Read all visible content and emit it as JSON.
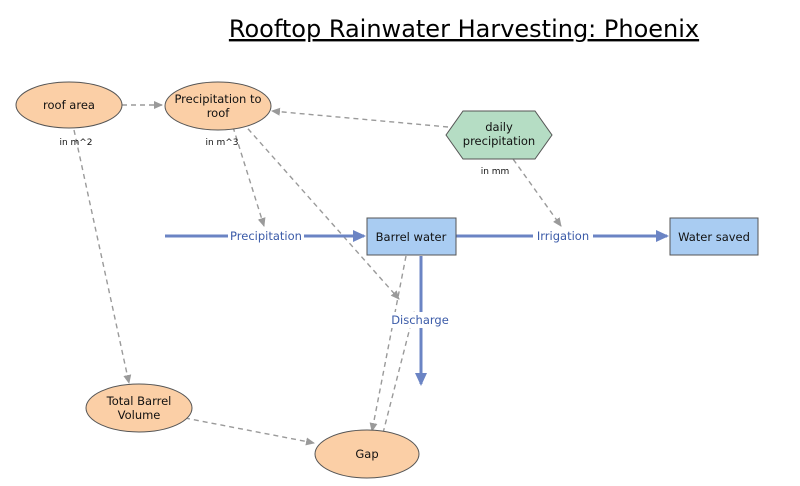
{
  "title": "Rooftop Rainwater Harvesting: Phoenix",
  "nodes": {
    "roof_area": {
      "label": "roof area",
      "unit": "in m^2"
    },
    "precip_roof": {
      "line1": "Precipitation to",
      "line2": "roof",
      "unit": "in m^3"
    },
    "daily_precip": {
      "line1": "daily",
      "line2": "precipitation",
      "unit": "in mm"
    },
    "barrel_water": {
      "label": "Barrel water"
    },
    "water_saved": {
      "label": "Water saved"
    },
    "total_barrel": {
      "line1": "Total Barrel",
      "line2": "Volume"
    },
    "gap": {
      "label": "Gap"
    }
  },
  "flows": {
    "precipitation": "Precipitation",
    "irrigation": "Irrigation",
    "discharge": "Discharge"
  },
  "colors": {
    "aux_fill": "#fbcfa6",
    "variable_fill": "#b5ddc4",
    "stock_fill": "#a9ccf2",
    "flow": "#6b84c4",
    "link": "#9a9a9a"
  }
}
